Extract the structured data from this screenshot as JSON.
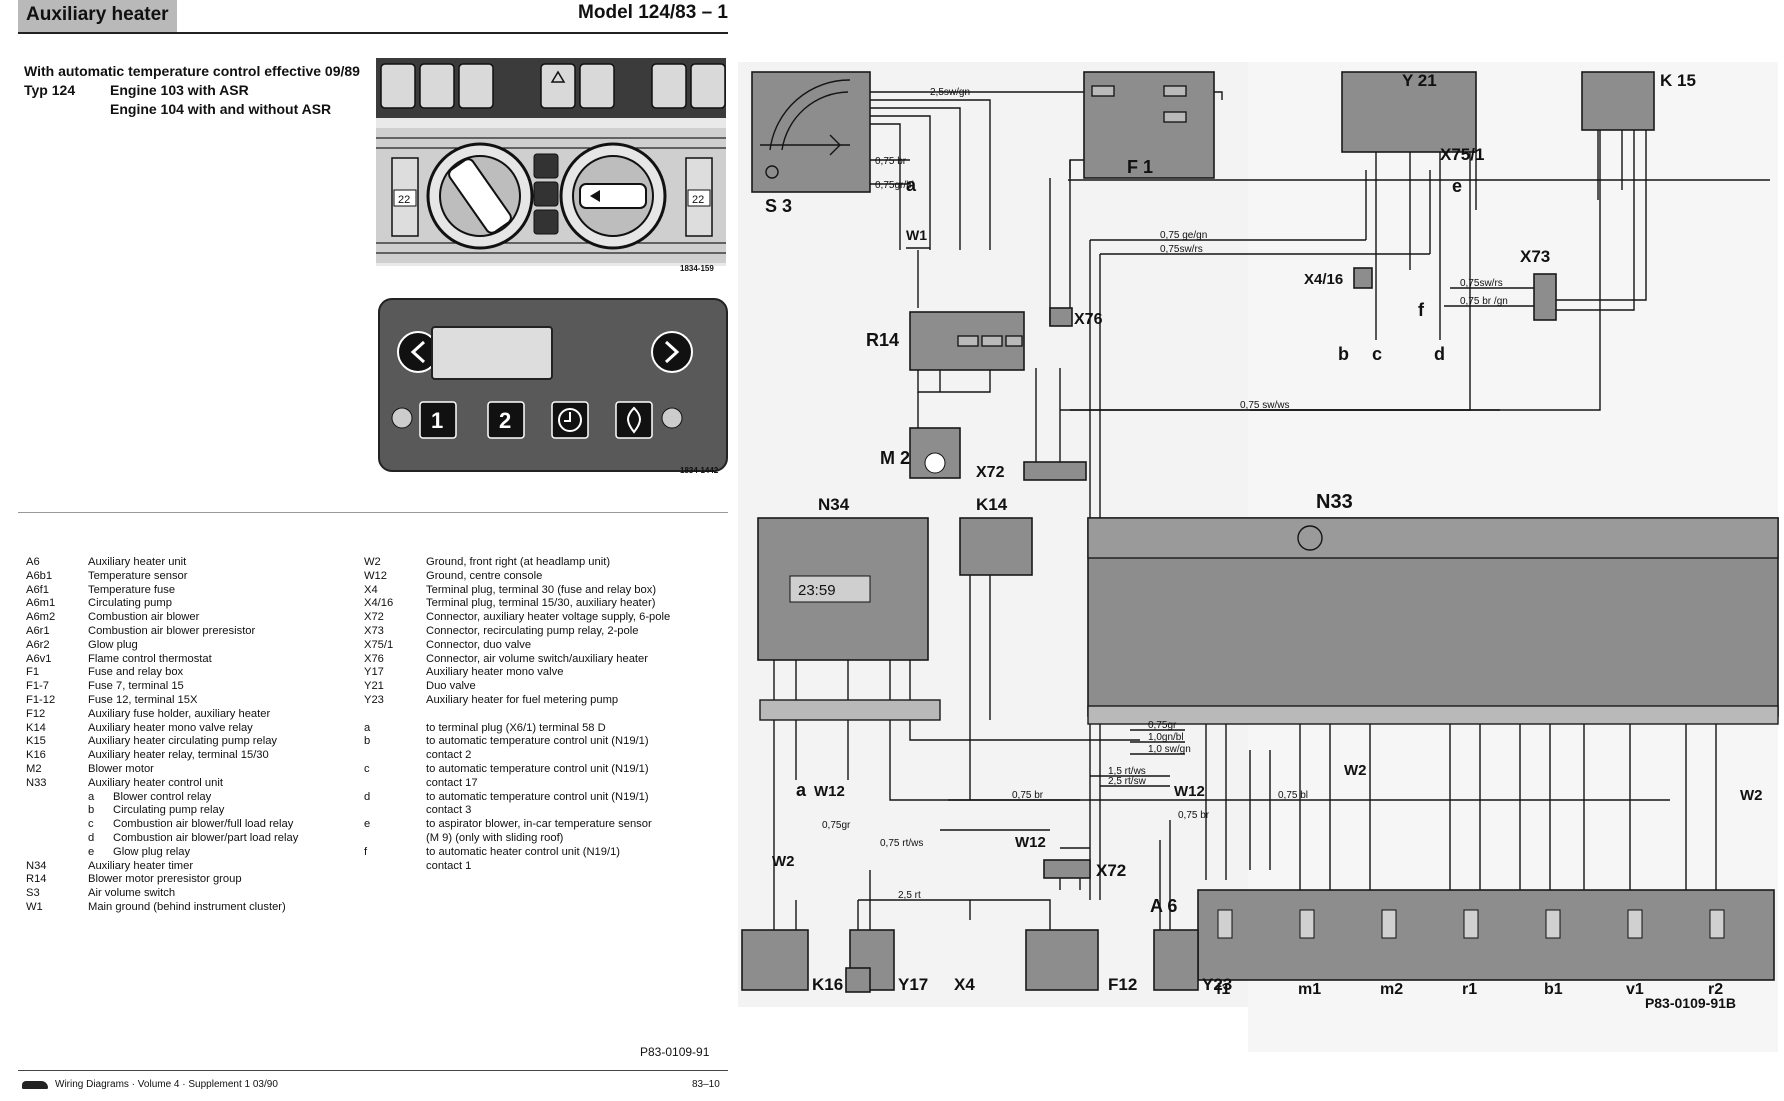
{
  "header": {
    "title": "Auxiliary heater",
    "model": "Model 124/83 – 1"
  },
  "intro": {
    "line1": "With automatic temperature control effective 09/89",
    "typ": "Typ 124",
    "engine1": "Engine 103 with ASR",
    "engine2": "Engine 104 with and without ASR"
  },
  "panel1": {
    "code": "1834-159",
    "display_left": "22",
    "display_right": "22"
  },
  "timer_panel": {
    "code": "1834-1442",
    "btn1": "1",
    "btn2": "2"
  },
  "legend_left": [
    {
      "k": "A6",
      "v": "Auxiliary heater unit"
    },
    {
      "k": "A6b1",
      "v": "Temperature sensor"
    },
    {
      "k": "A6f1",
      "v": "Temperature fuse"
    },
    {
      "k": "A6m1",
      "v": "Circulating pump"
    },
    {
      "k": "A6m2",
      "v": "Combustion air blower"
    },
    {
      "k": "A6r1",
      "v": "Combustion air blower preresistor"
    },
    {
      "k": "A6r2",
      "v": "Glow plug"
    },
    {
      "k": "A6v1",
      "v": "Flame control thermostat"
    },
    {
      "k": "F1",
      "v": "Fuse and relay box"
    },
    {
      "k": "F1-7",
      "v": "Fuse 7, terminal 15"
    },
    {
      "k": "F1-12",
      "v": "Fuse 12, terminal 15X"
    },
    {
      "k": "F12",
      "v": "Auxiliary fuse holder, auxiliary heater"
    },
    {
      "k": "K14",
      "v": "Auxiliary heater mono valve relay"
    },
    {
      "k": "K15",
      "v": "Auxiliary heater circulating pump relay"
    },
    {
      "k": "K16",
      "v": "Auxiliary heater relay, terminal 15/30"
    },
    {
      "k": "M2",
      "v": "Blower motor"
    },
    {
      "k": "N33",
      "v": "Auxiliary heater control unit"
    },
    {
      "k": "a",
      "v": "Blower control relay",
      "sub": true
    },
    {
      "k": "b",
      "v": "Circulating pump relay",
      "sub": true
    },
    {
      "k": "c",
      "v": "Combustion air blower/full load relay",
      "sub": true
    },
    {
      "k": "d",
      "v": "Combustion air blower/part load relay",
      "sub": true
    },
    {
      "k": "e",
      "v": "Glow plug relay",
      "sub": true
    },
    {
      "k": "N34",
      "v": "Auxiliary heater timer"
    },
    {
      "k": "R14",
      "v": "Blower motor preresistor group"
    },
    {
      "k": "S3",
      "v": "Air volume switch"
    },
    {
      "k": "W1",
      "v": "Main ground (behind instrument cluster)"
    }
  ],
  "legend_right": [
    {
      "k": "W2",
      "v": "Ground, front right (at headlamp unit)"
    },
    {
      "k": "W12",
      "v": "Ground, centre console"
    },
    {
      "k": "X4",
      "v": "Terminal plug, terminal 30 (fuse and relay box)"
    },
    {
      "k": "X4/16",
      "v": "Terminal plug, terminal 15/30, auxiliary heater)"
    },
    {
      "k": "X72",
      "v": "Connector, auxiliary heater voltage supply, 6-pole"
    },
    {
      "k": "X73",
      "v": "Connector, recirculating pump relay, 2-pole"
    },
    {
      "k": "X75/1",
      "v": "Connector, duo valve"
    },
    {
      "k": "X76",
      "v": "Connector, air volume switch/auxiliary heater"
    },
    {
      "k": "Y17",
      "v": "Auxiliary heater mono valve"
    },
    {
      "k": "Y21",
      "v": "Duo valve"
    },
    {
      "k": "Y23",
      "v": "Auxiliary heater for fuel metering pump"
    },
    {
      "k": "",
      "v": ""
    },
    {
      "k": "a",
      "v": "to terminal plug (X6/1) terminal 58 D"
    },
    {
      "k": "b",
      "v": "to automatic temperature control unit (N19/1)"
    },
    {
      "k": "",
      "v": "contact 2"
    },
    {
      "k": "c",
      "v": "to automatic temperature control unit (N19/1)"
    },
    {
      "k": "",
      "v": "contact 17"
    },
    {
      "k": "d",
      "v": "to automatic temperature control unit (N19/1)"
    },
    {
      "k": "",
      "v": "contact 3"
    },
    {
      "k": "e",
      "v": "to aspirator blower, in-car temperature sensor"
    },
    {
      "k": "",
      "v": "(M 9) (only with sliding roof)"
    },
    {
      "k": "f",
      "v": "to automatic heater control unit (N19/1)"
    },
    {
      "k": "",
      "v": "contact 1"
    }
  ],
  "left_code": "P83-0109-91",
  "footer": {
    "text": "Wiring Diagrams  · Volume 4  · Supplement 1  03/90",
    "page": "83–10"
  },
  "diagram": {
    "code": "P83-0109-91B",
    "components": {
      "S3": "S 3",
      "F1": "F 1",
      "W1": "W1",
      "R14": "R14",
      "M2": "M 2",
      "X76": "X76",
      "X72a": "X72",
      "X72b": "X72",
      "N34": "N34",
      "K14": "K14",
      "Y21": "Y 21",
      "K15": "K 15",
      "X75_1": "X75/1",
      "X4_16": "X4/16",
      "X73": "X73",
      "N33": "N33",
      "W12a": "W12",
      "W12b": "W12",
      "W12c": "W12",
      "W2a": "W2",
      "W2b": "W2",
      "W2c": "W2",
      "A6": "A 6",
      "K16": "K16",
      "Y17": "Y17",
      "X4": "X4",
      "F12": "F12",
      "Y23": "Y23"
    },
    "terminals": {
      "a": "a",
      "b": "b",
      "c": "c",
      "d": "d",
      "e": "e",
      "f": "f"
    },
    "a6_parts": [
      "f1",
      "m1",
      "m2",
      "r1",
      "b1",
      "v1",
      "r2"
    ],
    "timer_digits": "23:59",
    "wires": {
      "sw_gn": "2,5sw/gn",
      "br_w1": "0,75 br",
      "gr_bl_a": "0,75gr/bl",
      "ge_gn": "0,75 ge/gn",
      "sw_rs": "0,75sw/rs",
      "sw_ws": "0,75 sw/ws",
      "sw_rs_x73": "0,75sw/rs",
      "br_gn_f": "0,75 br /gn",
      "gr_n33": "0,75gr",
      "gn_bl": "1,0gn/bl",
      "sw_gn_n33": "1,0 sw/gn",
      "rt_ws": "1,5 rt/ws",
      "rt_sw": "2,5 rt/sw",
      "br_075": "0,75 br",
      "bl_075": "0,75 bl",
      "gr_075": "0,75gr",
      "rt_ws_075": "0,75 rt/ws",
      "rt_25": "2,5 rt",
      "br_y23": "0,75 br"
    }
  }
}
